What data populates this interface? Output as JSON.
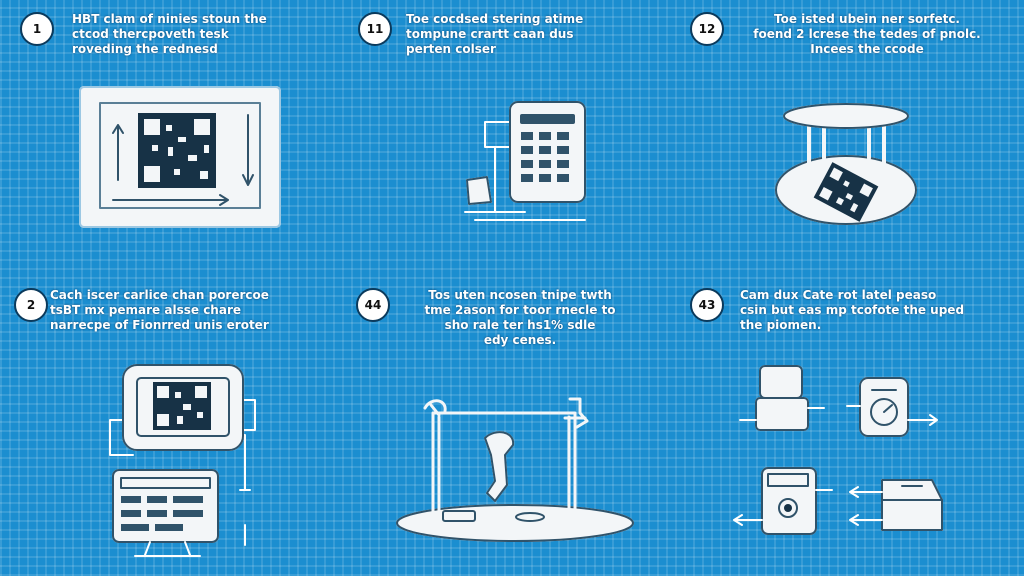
{
  "steps": [
    {
      "number": "1",
      "caption": "HBT clam of ninies stoun the\nctcod thercpoveth tesk\nroveding the rednesd"
    },
    {
      "number": "11",
      "caption": "Toe cocdsed stering atime\ntompune crartt caan dus\nperten colser"
    },
    {
      "number": "12",
      "caption": "Toe isted ubein ner sorfetc.\nfoend 2 lcrese the tedes of pnolc.\nIncees the ccode"
    },
    {
      "number": "2",
      "caption": "Cach iscer carlice chan porercoe\ntsBT mx pemare alsse chare\nnarrecpe of Fionrred unis eroter"
    },
    {
      "number": "44",
      "caption": "Tos uten ncosen tnipe twth\ntme 2ason for toor rnecle to\nsho rale ter hs1% sdle\nedy cenes."
    },
    {
      "number": "43",
      "caption": "Cam dux Cate rot latel peaso\ncsin but eas mp tcofote the uped\nthe piomen."
    }
  ],
  "colors": {
    "background": "#1b8ed0",
    "line": "#ffffff",
    "badge": "#ffffff"
  }
}
